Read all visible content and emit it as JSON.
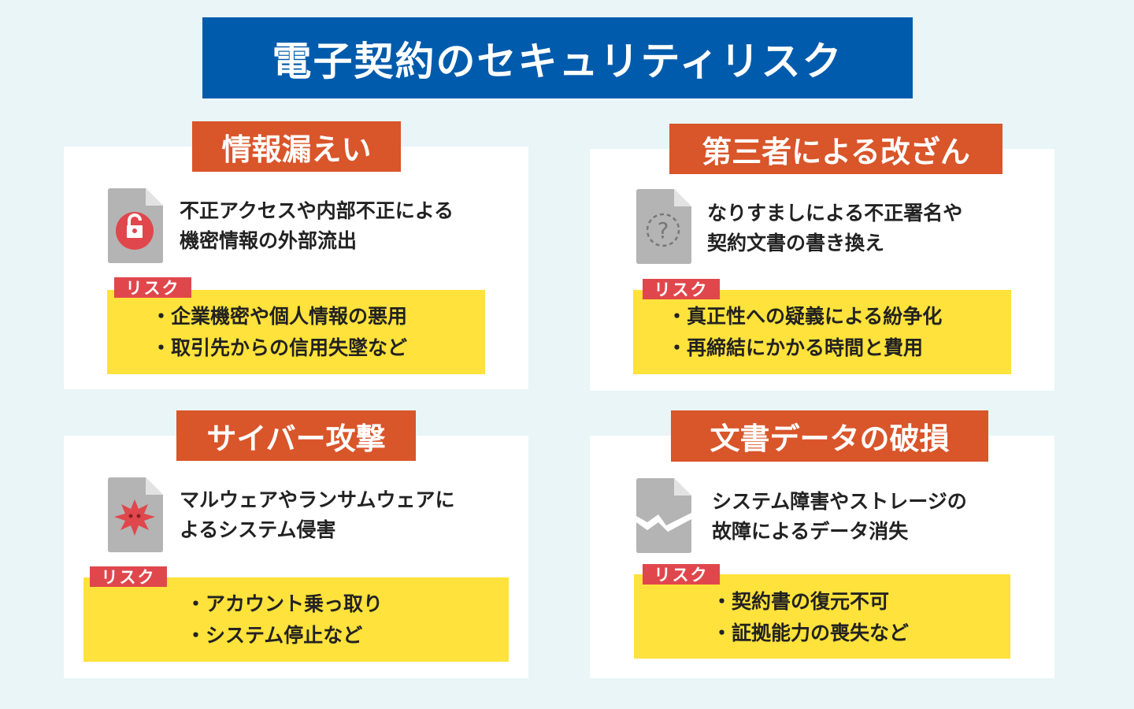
{
  "title": "電子契約のセキュリティリスク",
  "risk_label": "リスク",
  "cards": [
    {
      "title": "情報漏えい",
      "icon": "unlocked-padlock-document-icon",
      "desc": [
        "不正アクセスや内部不正による",
        "機密情報の外部流出"
      ],
      "risks": [
        "・企業機密や個人情報の悪用",
        "・取引先からの信用失墜など"
      ]
    },
    {
      "title": "第三者による改ざん",
      "icon": "question-document-icon",
      "desc": [
        "なりすましによる不正署名や",
        "契約文書の書き換え"
      ],
      "risks": [
        "・真正性への疑義による紛争化",
        "・再締結にかかる時間と費用"
      ]
    },
    {
      "title": "サイバー攻撃",
      "icon": "virus-document-icon",
      "desc": [
        "マルウェアやランサムウェアに",
        "よるシステム侵害"
      ],
      "risks": [
        "・アカウント乗っ取り",
        "・システム停止など"
      ]
    },
    {
      "title": "文書データの破損",
      "icon": "broken-document-icon",
      "desc": [
        "システム障害やストレージの",
        "故障によるデータ消失"
      ],
      "risks": [
        "・契約書の復元不可",
        "・証拠能力の喪失など"
      ]
    }
  ],
  "colors": {
    "banner": "#005bac",
    "tag": "#d9552a",
    "risk": "#e0474c",
    "highlight": "#ffe23b",
    "background": "#e9f5f7"
  }
}
